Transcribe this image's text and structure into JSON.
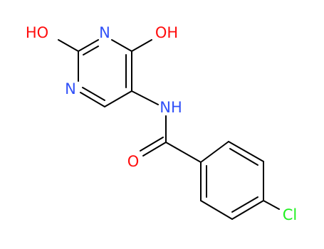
{
  "molecule": {
    "atoms": {
      "oh_left": {
        "text": "HO",
        "color": "#ff0d0d"
      },
      "n_top": {
        "text": "N",
        "color": "#3050f8"
      },
      "oh_right": {
        "text": "OH",
        "color": "#ff0d0d"
      },
      "n_left": {
        "text": "N",
        "color": "#3050f8"
      },
      "nh": {
        "text": "NH",
        "color": "#3050f8"
      },
      "o_carbonyl": {
        "text": "O",
        "color": "#ff0d0d"
      },
      "cl": {
        "text": "Cl",
        "color": "#1ff01f"
      }
    },
    "bond_color": "#000000",
    "background": "#ffffff"
  }
}
